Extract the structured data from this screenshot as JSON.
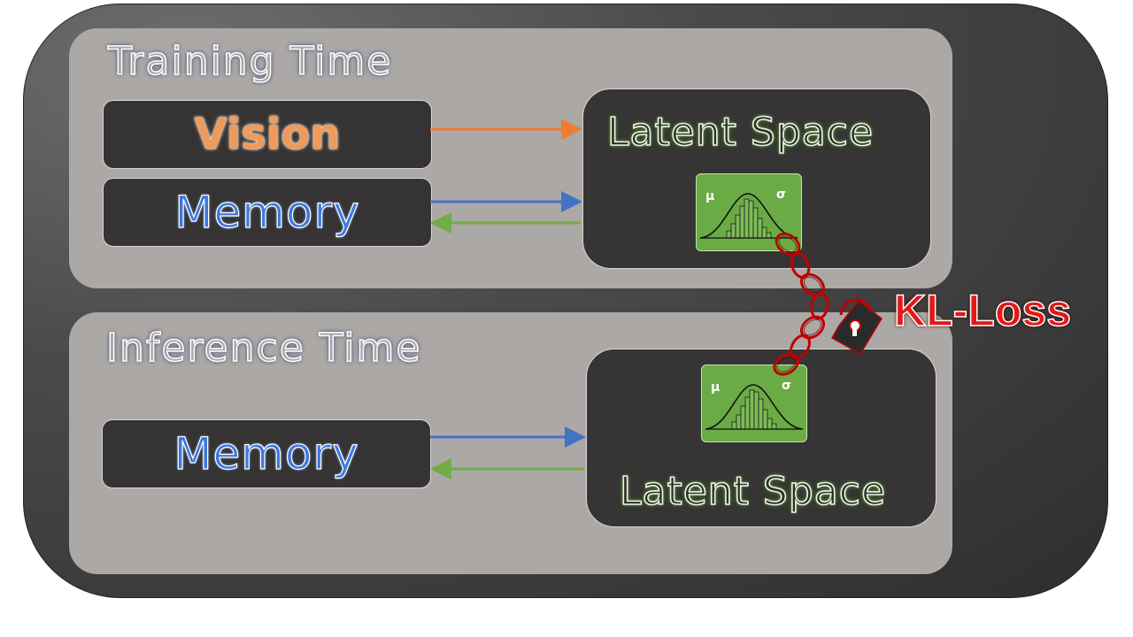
{
  "training": {
    "title": "Training Time",
    "vision_label": "Vision",
    "memory_label": "Memory",
    "latent_label": "Latent Space",
    "mu": "μ",
    "sigma": "σ"
  },
  "inference": {
    "title": "Inference Time",
    "memory_label": "Memory",
    "latent_label": "Latent Space",
    "mu": "μ",
    "sigma": "σ"
  },
  "kl_label": "KL-Loss",
  "colors": {
    "vision": "#f09a5a",
    "memory": "#3c78e0",
    "arrow_orange": "#ed7d31",
    "arrow_blue": "#4472c4",
    "arrow_green": "#70ad47",
    "latent_green": "#6aab45",
    "kl_red": "#e41818"
  },
  "icons": {
    "chain": "chain-icon",
    "lock": "lock-icon",
    "distribution": "gaussian-histogram-icon"
  }
}
